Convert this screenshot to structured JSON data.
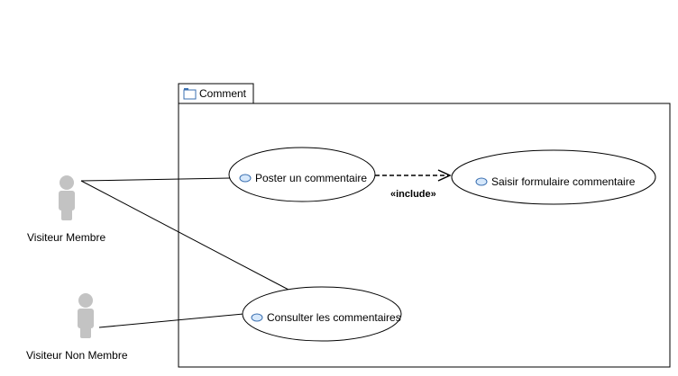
{
  "package": {
    "name": "Comment",
    "icon": "folder-icon"
  },
  "actors": [
    {
      "id": "membre",
      "label": "Visiteur Membre",
      "icon": "actor-icon"
    },
    {
      "id": "non_membre",
      "label": "Visiteur Non Membre",
      "icon": "actor-icon"
    }
  ],
  "use_cases": [
    {
      "id": "poster",
      "label": "Poster un commentaire",
      "icon": "use-case-icon"
    },
    {
      "id": "saisir",
      "label": "Saisir formulaire commentaire",
      "icon": "use-case-icon"
    },
    {
      "id": "consulter",
      "label": "Consulter les commentaires",
      "icon": "use-case-icon"
    }
  ],
  "associations": [
    {
      "from": "membre",
      "to": "poster"
    },
    {
      "from": "membre",
      "to": "consulter"
    },
    {
      "from": "non_membre",
      "to": "consulter"
    }
  ],
  "dependencies": [
    {
      "from": "poster",
      "to": "saisir",
      "stereotype": "«include»"
    }
  ],
  "colors": {
    "actor_fill": "#c3c3c3",
    "use_case_icon_fill": "#d6e8fb",
    "use_case_icon_stroke": "#3a6fb0",
    "line": "#000000"
  }
}
